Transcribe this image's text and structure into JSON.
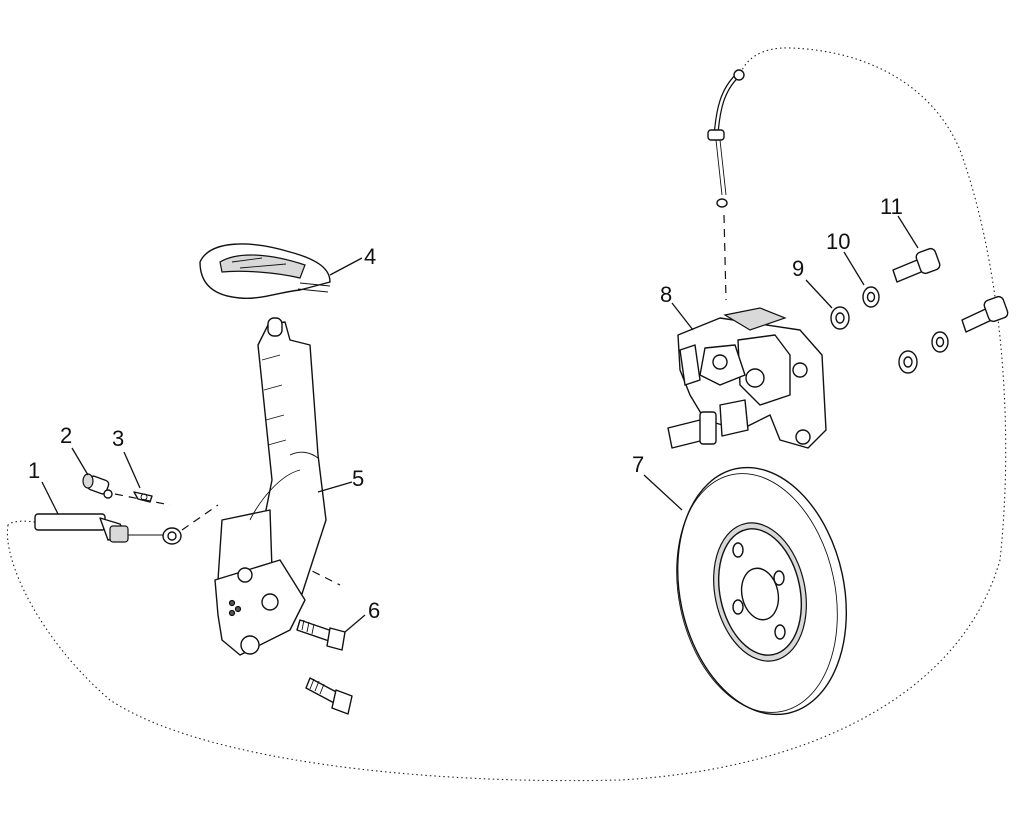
{
  "diagram": {
    "callouts": [
      "1",
      "2",
      "3",
      "4",
      "5",
      "6",
      "7",
      "8",
      "9",
      "10",
      "11"
    ],
    "colors": {
      "line": "#111111",
      "fill": "#ffffff",
      "shade": "#d9d9d9"
    }
  }
}
